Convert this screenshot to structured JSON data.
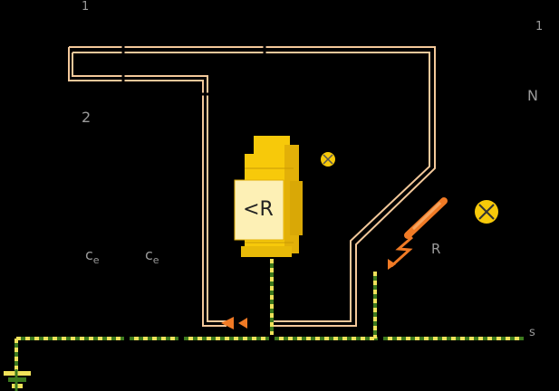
{
  "diagram": {
    "relay_label": "<R",
    "labels": {
      "top_left": "1",
      "top_right": "1",
      "right_n": "N",
      "left_two": "2",
      "coil_a": "c",
      "coil_a_sub": "e",
      "coil_b": "c",
      "coil_b_sub": "e",
      "r_label": "R",
      "pe_label": "s"
    },
    "colors": {
      "background": "#000000",
      "conductor": "#f3c89a",
      "relay_body": "#f7c90a",
      "relay_face": "#fdf0b5",
      "fault_arrow": "#f07a25",
      "earth_green": "#3d7a1e",
      "earth_yellow": "#f0e25a",
      "lamp": "#f7c90a"
    },
    "icons": [
      "relay-module-icon",
      "lamp-icon",
      "fault-current-arrow-icon",
      "earth-ground-icon"
    ]
  }
}
